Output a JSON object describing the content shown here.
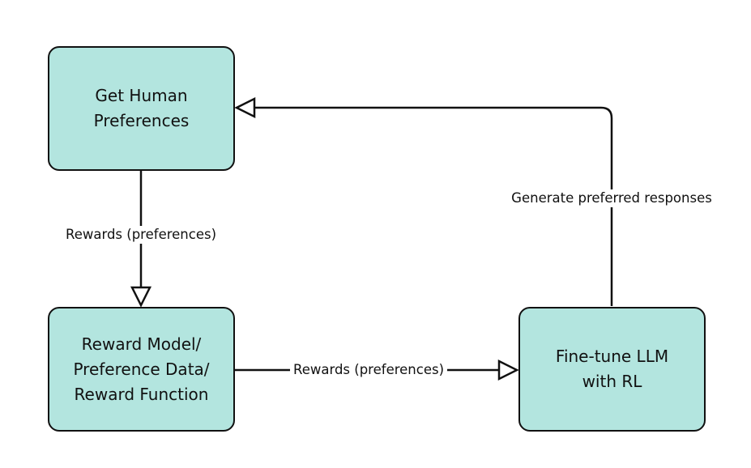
{
  "colors": {
    "node_fill": "#b3e5df",
    "stroke": "#111111",
    "background": "#ffffff"
  },
  "nodes": [
    {
      "id": "get-human-preferences",
      "lines": [
        "Get Human",
        "Preferences"
      ]
    },
    {
      "id": "reward-model",
      "lines": [
        "Reward Model/",
        "Preference Data/",
        "Reward Function"
      ]
    },
    {
      "id": "fine-tune-llm",
      "lines": [
        "Fine-tune LLM",
        "with RL"
      ]
    }
  ],
  "edges": [
    {
      "id": "edge-human-to-reward",
      "from": "get-human-preferences",
      "to": "reward-model",
      "label": "Rewards (preferences)"
    },
    {
      "id": "edge-reward-to-finetune",
      "from": "reward-model",
      "to": "fine-tune-llm",
      "label": "Rewards (preferences)"
    },
    {
      "id": "edge-finetune-to-human",
      "from": "fine-tune-llm",
      "to": "get-human-preferences",
      "label": "Generate preferred responses"
    }
  ]
}
